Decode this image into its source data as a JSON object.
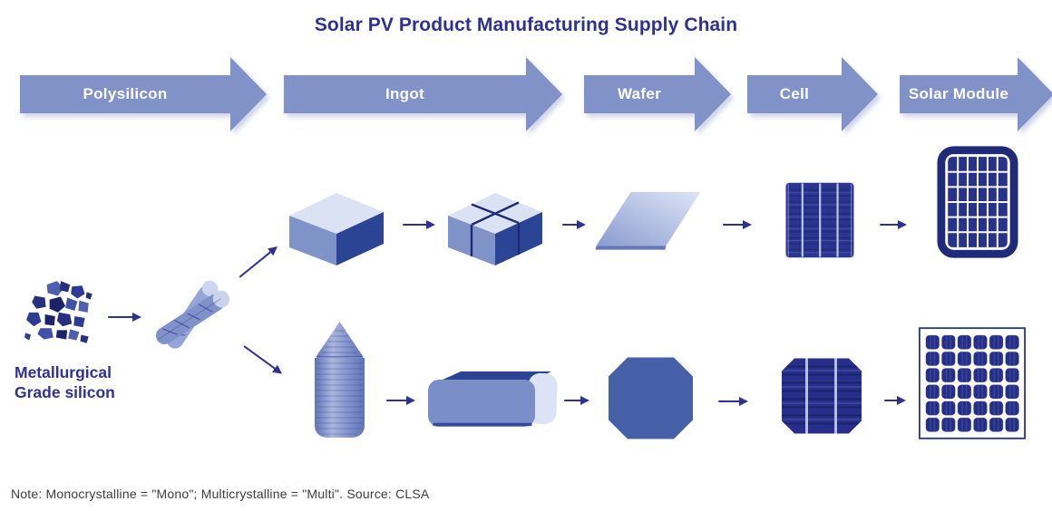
{
  "title": "Solar PV Product Manufacturing Supply Chain",
  "stage_arrows": [
    {
      "label": "Polysilicon"
    },
    {
      "label": "Ingot"
    },
    {
      "label": "Wafer"
    },
    {
      "label": "Cell"
    },
    {
      "label": "Solar Module"
    }
  ],
  "feedstock": {
    "label_line1": "Metallurgical",
    "label_line2": "Grade silicon"
  },
  "note": "Note: Monocrystalline = \"Mono\"; Multicrystalline = \"Multi\". Source: CLSA",
  "icons": {
    "feedstock": "silicon-chunks-icon",
    "rods": "polysilicon-rods-icon",
    "multi_path": [
      "multi-ingot-cube-icon",
      "multi-ingot-cut-icon",
      "multi-wafer-icon",
      "multi-cell-icon",
      "multi-module-icon"
    ],
    "mono_path": [
      "mono-ingot-cylinder-icon",
      "mono-ingot-squared-icon",
      "mono-wafer-icon",
      "mono-cell-icon",
      "mono-module-icon"
    ]
  },
  "palette": {
    "navy": "#2e3192",
    "deep-navy": "#1f2a78",
    "arrow-blue": "#8092c8",
    "face-blue": "#7b8ec7",
    "side-blue": "#2c4494",
    "light-blue": "#d9e2f4",
    "cell-navy": "#27328c",
    "flat-blue": "#4660a8",
    "note-gray": "#3c3c3c"
  }
}
